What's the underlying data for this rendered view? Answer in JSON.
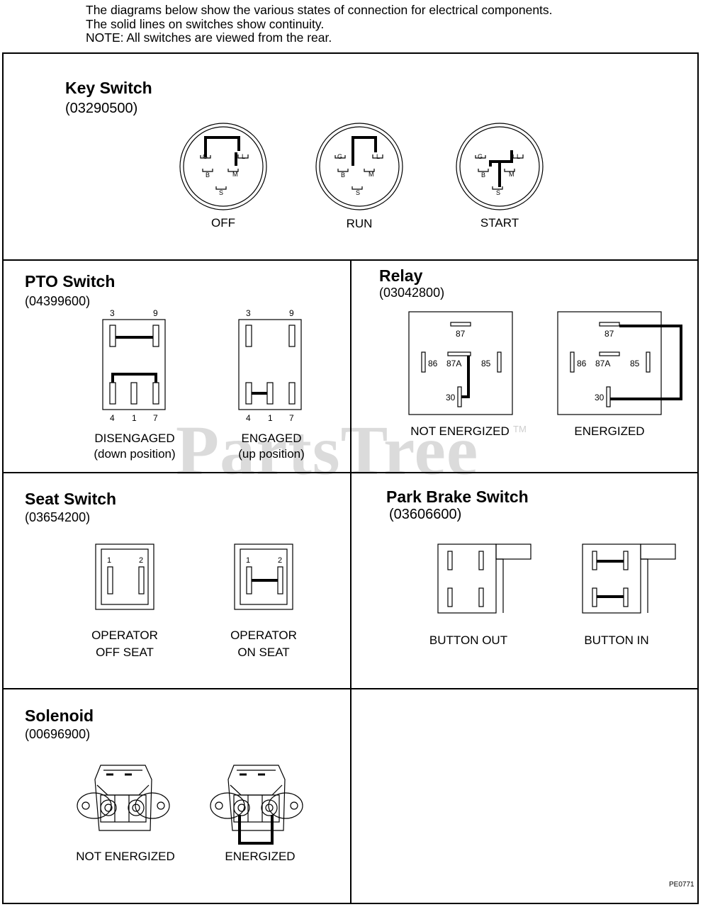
{
  "intro": {
    "line1": "The diagrams below show the various states of connection for electrical components.",
    "line2": "The solid lines on switches show continuity.",
    "line3": "NOTE:  All switches are viewed from the rear."
  },
  "key_switch": {
    "title": "Key Switch",
    "part_number": "(03290500)",
    "terminals": [
      "G",
      "L",
      "B",
      "M",
      "S"
    ],
    "states": [
      "OFF",
      "RUN",
      "START"
    ]
  },
  "pto_switch": {
    "title": "PTO Switch",
    "part_number": "(04399600)",
    "top_terminals": [
      "3",
      "9"
    ],
    "bottom_terminals": [
      "4",
      "1",
      "7"
    ],
    "states": [
      {
        "label": "DISENGAGED",
        "sub": "(down position)"
      },
      {
        "label": "ENGAGED",
        "sub": "(up position)"
      }
    ]
  },
  "relay": {
    "title": "Relay",
    "part_number": "(03042800)",
    "terminals": [
      "87",
      "86",
      "87A",
      "85",
      "30"
    ],
    "states": [
      "NOT ENERGIZED",
      "ENERGIZED"
    ]
  },
  "seat_switch": {
    "title": "Seat Switch",
    "part_number": "(03654200)",
    "terminals": [
      "1",
      "2"
    ],
    "states": [
      {
        "line1": "OPERATOR",
        "line2": "OFF SEAT"
      },
      {
        "line1": "OPERATOR",
        "line2": "ON SEAT"
      }
    ]
  },
  "park_brake_switch": {
    "title": "Park Brake Switch",
    "part_number": "(03606600)",
    "states": [
      "BUTTON OUT",
      "BUTTON IN"
    ]
  },
  "solenoid": {
    "title": "Solenoid",
    "part_number": "(00696900)",
    "states": [
      "NOT ENERGIZED",
      "ENERGIZED"
    ]
  },
  "watermark": "PartsTree",
  "watermark_tm": "TM",
  "figure_code": "PE0771"
}
